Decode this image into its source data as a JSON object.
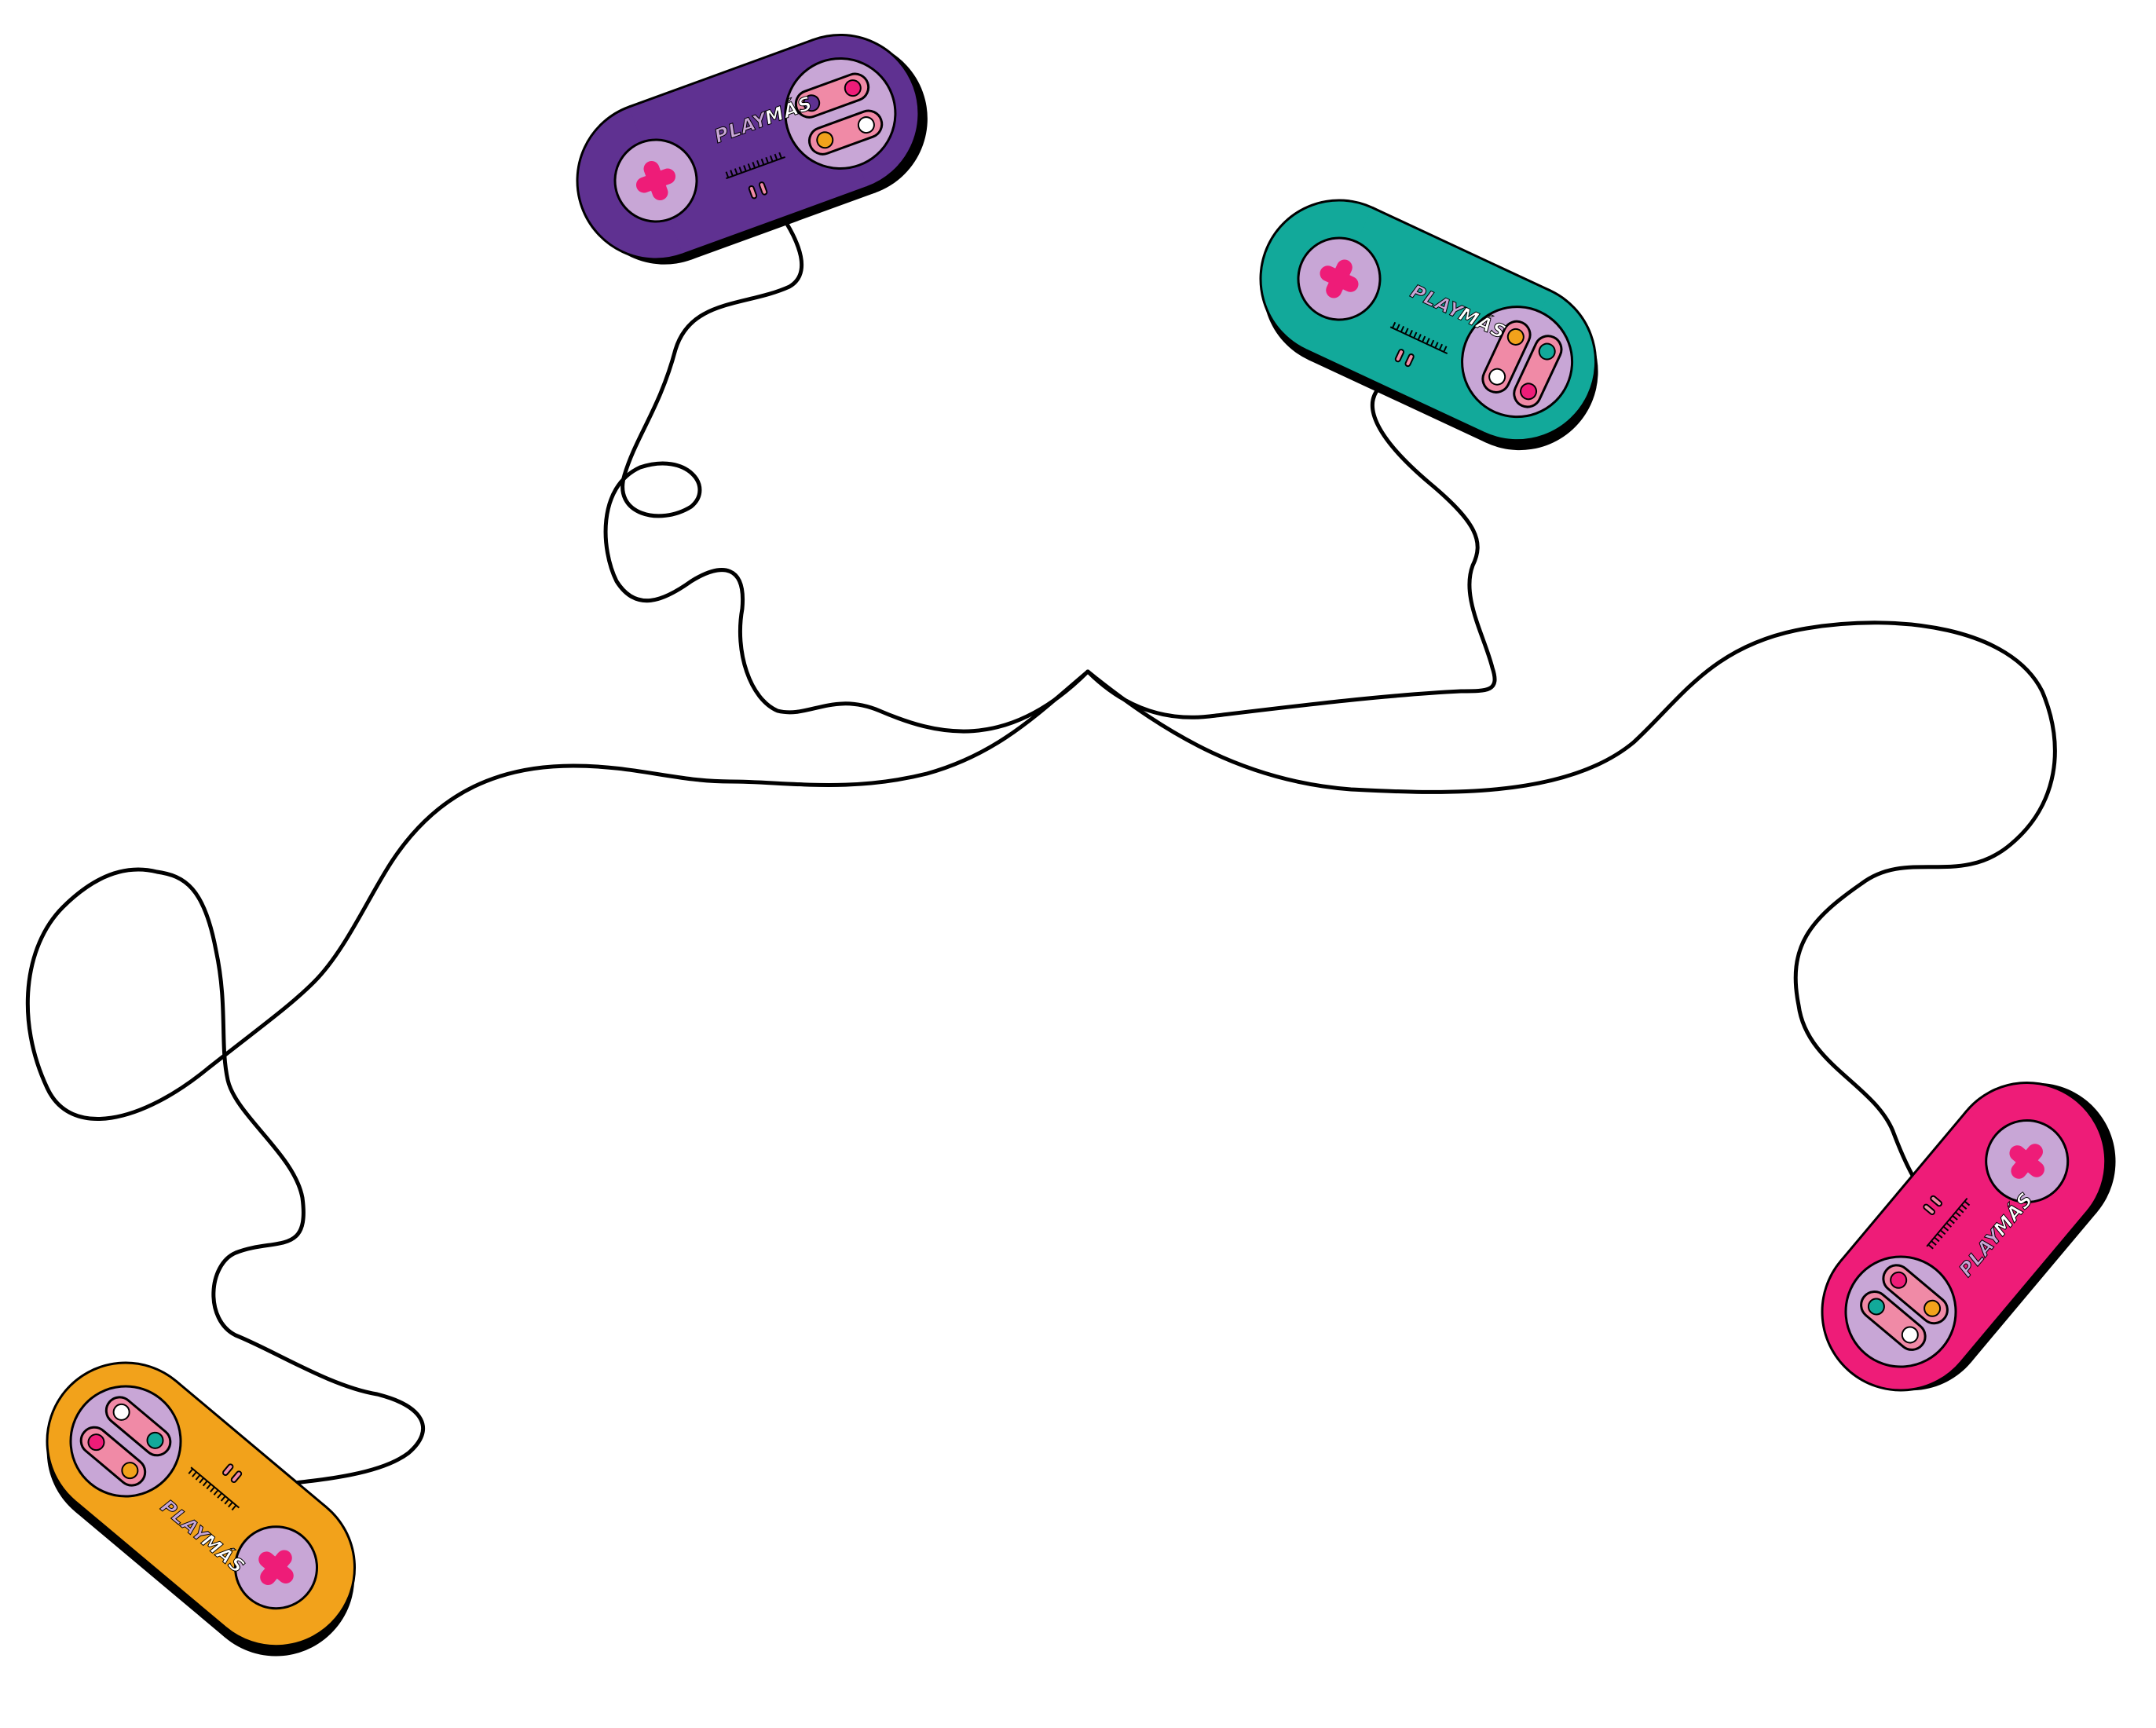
{
  "brand": {
    "word1": "PLAY",
    "word2": "MÁS"
  },
  "colors": {
    "background": "#ffffff",
    "outline": "#000000",
    "pad": "#c8a6d6",
    "cross": "#ee1c78",
    "pill": "#f08aa6",
    "button_orange": "#f2a21b",
    "button_pink": "#ee1c78",
    "button_teal": "#12a99a",
    "button_white": "#ffffff",
    "button_purple": "#5f3191",
    "cord": "#000000"
  },
  "controllers": [
    {
      "id": "purple",
      "body_color": "#5f3191",
      "word1_color": "#c8a6d6",
      "word2_color": "#ffffff"
    },
    {
      "id": "teal",
      "body_color": "#12a99a",
      "word1_color": "#c8a6d6",
      "word2_color": "#ffffff"
    },
    {
      "id": "pink",
      "body_color": "#ee1c78",
      "word1_color": "#c8a6d6",
      "word2_color": "#ffffff"
    },
    {
      "id": "orange",
      "body_color": "#f2a21b",
      "word1_color": "#c8a6d6",
      "word2_color": "#ffffff"
    }
  ]
}
